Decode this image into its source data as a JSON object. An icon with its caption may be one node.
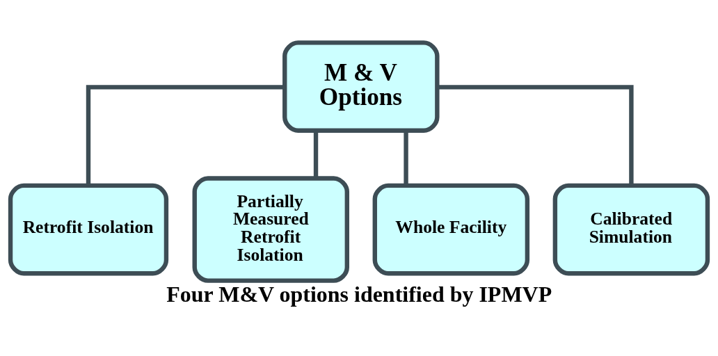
{
  "diagram": {
    "caption": "Four M&V options identified by IPMVP",
    "nodes": [
      {
        "text": [
          "M & V Options"
        ]
      },
      {
        "text": [
          "Retrofit Isolation"
        ]
      },
      {
        "text": [
          "Partially Measured Retrofit Isolation"
        ]
      },
      {
        "text": [
          "Whole Facility"
        ]
      },
      {
        "text": [
          "Calibrated Simulation"
        ]
      }
    ],
    "edges": [
      {
        "from": 0,
        "to": 1,
        "arrow": "none"
      },
      {
        "from": 0,
        "to": 2,
        "arrow": "none"
      },
      {
        "from": 0,
        "to": 3,
        "arrow": "none"
      },
      {
        "from": 0,
        "to": 4,
        "arrow": "none"
      }
    ]
  }
}
